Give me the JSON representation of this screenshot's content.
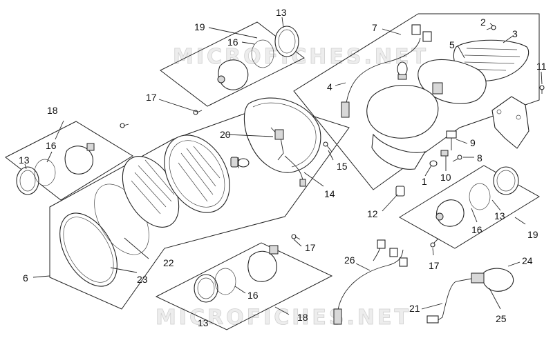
{
  "watermark": "MICROFICHES.NET",
  "callouts": {
    "c1": "1",
    "c2": "2",
    "c3": "3",
    "c4": "4",
    "c5": "5",
    "c6": "6",
    "c7": "7",
    "c8": "8",
    "c9": "9",
    "c10": "10",
    "c11": "11",
    "c12": "12",
    "c13a": "13",
    "c13b": "13",
    "c13c": "13",
    "c13d": "13",
    "c14": "14",
    "c15": "15",
    "c16a": "16",
    "c16b": "16",
    "c16c": "16",
    "c16d": "16",
    "c17a": "17",
    "c17b": "17",
    "c17c": "17",
    "c18a": "18",
    "c18b": "18",
    "c19a": "19",
    "c19b": "19",
    "c20": "20",
    "c21": "21",
    "c22": "22",
    "c23": "23",
    "c24": "24",
    "c25": "25",
    "c26": "26"
  }
}
